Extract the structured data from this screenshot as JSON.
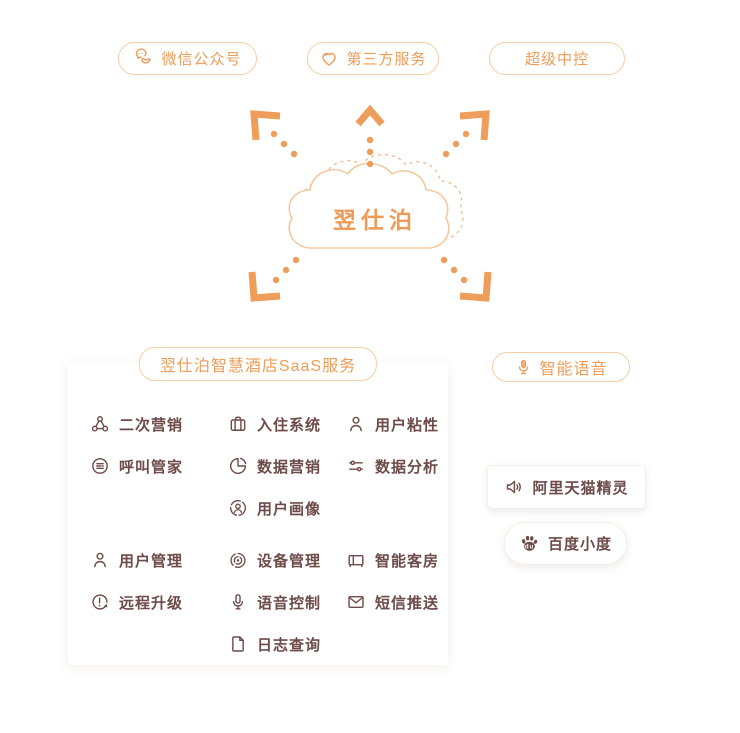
{
  "colors": {
    "accent_orange": "#EE9D5A",
    "accent_border": "#F6CDA4",
    "cloud_stroke": "#F5C9A0",
    "dark_text": "#6D4B49",
    "card_bg": "#FFFFFF"
  },
  "top_badges": [
    {
      "label": "微信公众号",
      "icon": "wechat-icon"
    },
    {
      "label": "第三方服务",
      "icon": "heart-icon"
    },
    {
      "label": "超级中控",
      "icon": ""
    }
  ],
  "cloud": {
    "label": "翌仕泊"
  },
  "saas_panel": {
    "title": "翌仕泊智慧酒店SaaS服务",
    "items": [
      {
        "label": "二次营销",
        "icon": "share-nodes-icon"
      },
      {
        "label": "入住系统",
        "icon": "suitcase-icon"
      },
      {
        "label": "用户粘性",
        "icon": "user-icon"
      },
      {
        "label": "呼叫管家",
        "icon": "list-circle-icon"
      },
      {
        "label": "数据营销",
        "icon": "pie-chart-icon"
      },
      {
        "label": "数据分析",
        "icon": "sliders-icon"
      },
      {
        "label": "用户画像",
        "icon": "avatar-circle-icon"
      },
      {
        "label": "用户管理",
        "icon": "user-icon"
      },
      {
        "label": "设备管理",
        "icon": "radar-icon"
      },
      {
        "label": "智能客房",
        "icon": "bed-icon"
      },
      {
        "label": "远程升级",
        "icon": "update-clock-icon"
      },
      {
        "label": "语音控制",
        "icon": "microphone-icon"
      },
      {
        "label": "短信推送",
        "icon": "mail-icon"
      },
      {
        "label": "日志查询",
        "icon": "document-icon"
      }
    ]
  },
  "voice_section": {
    "title": "智能语音",
    "icon": "microphone-lines-icon",
    "cards": [
      {
        "label": "阿里天猫精灵",
        "icon": "speaker-icon"
      },
      {
        "label": "百度小度",
        "icon": "baidu-paw-icon"
      }
    ]
  }
}
